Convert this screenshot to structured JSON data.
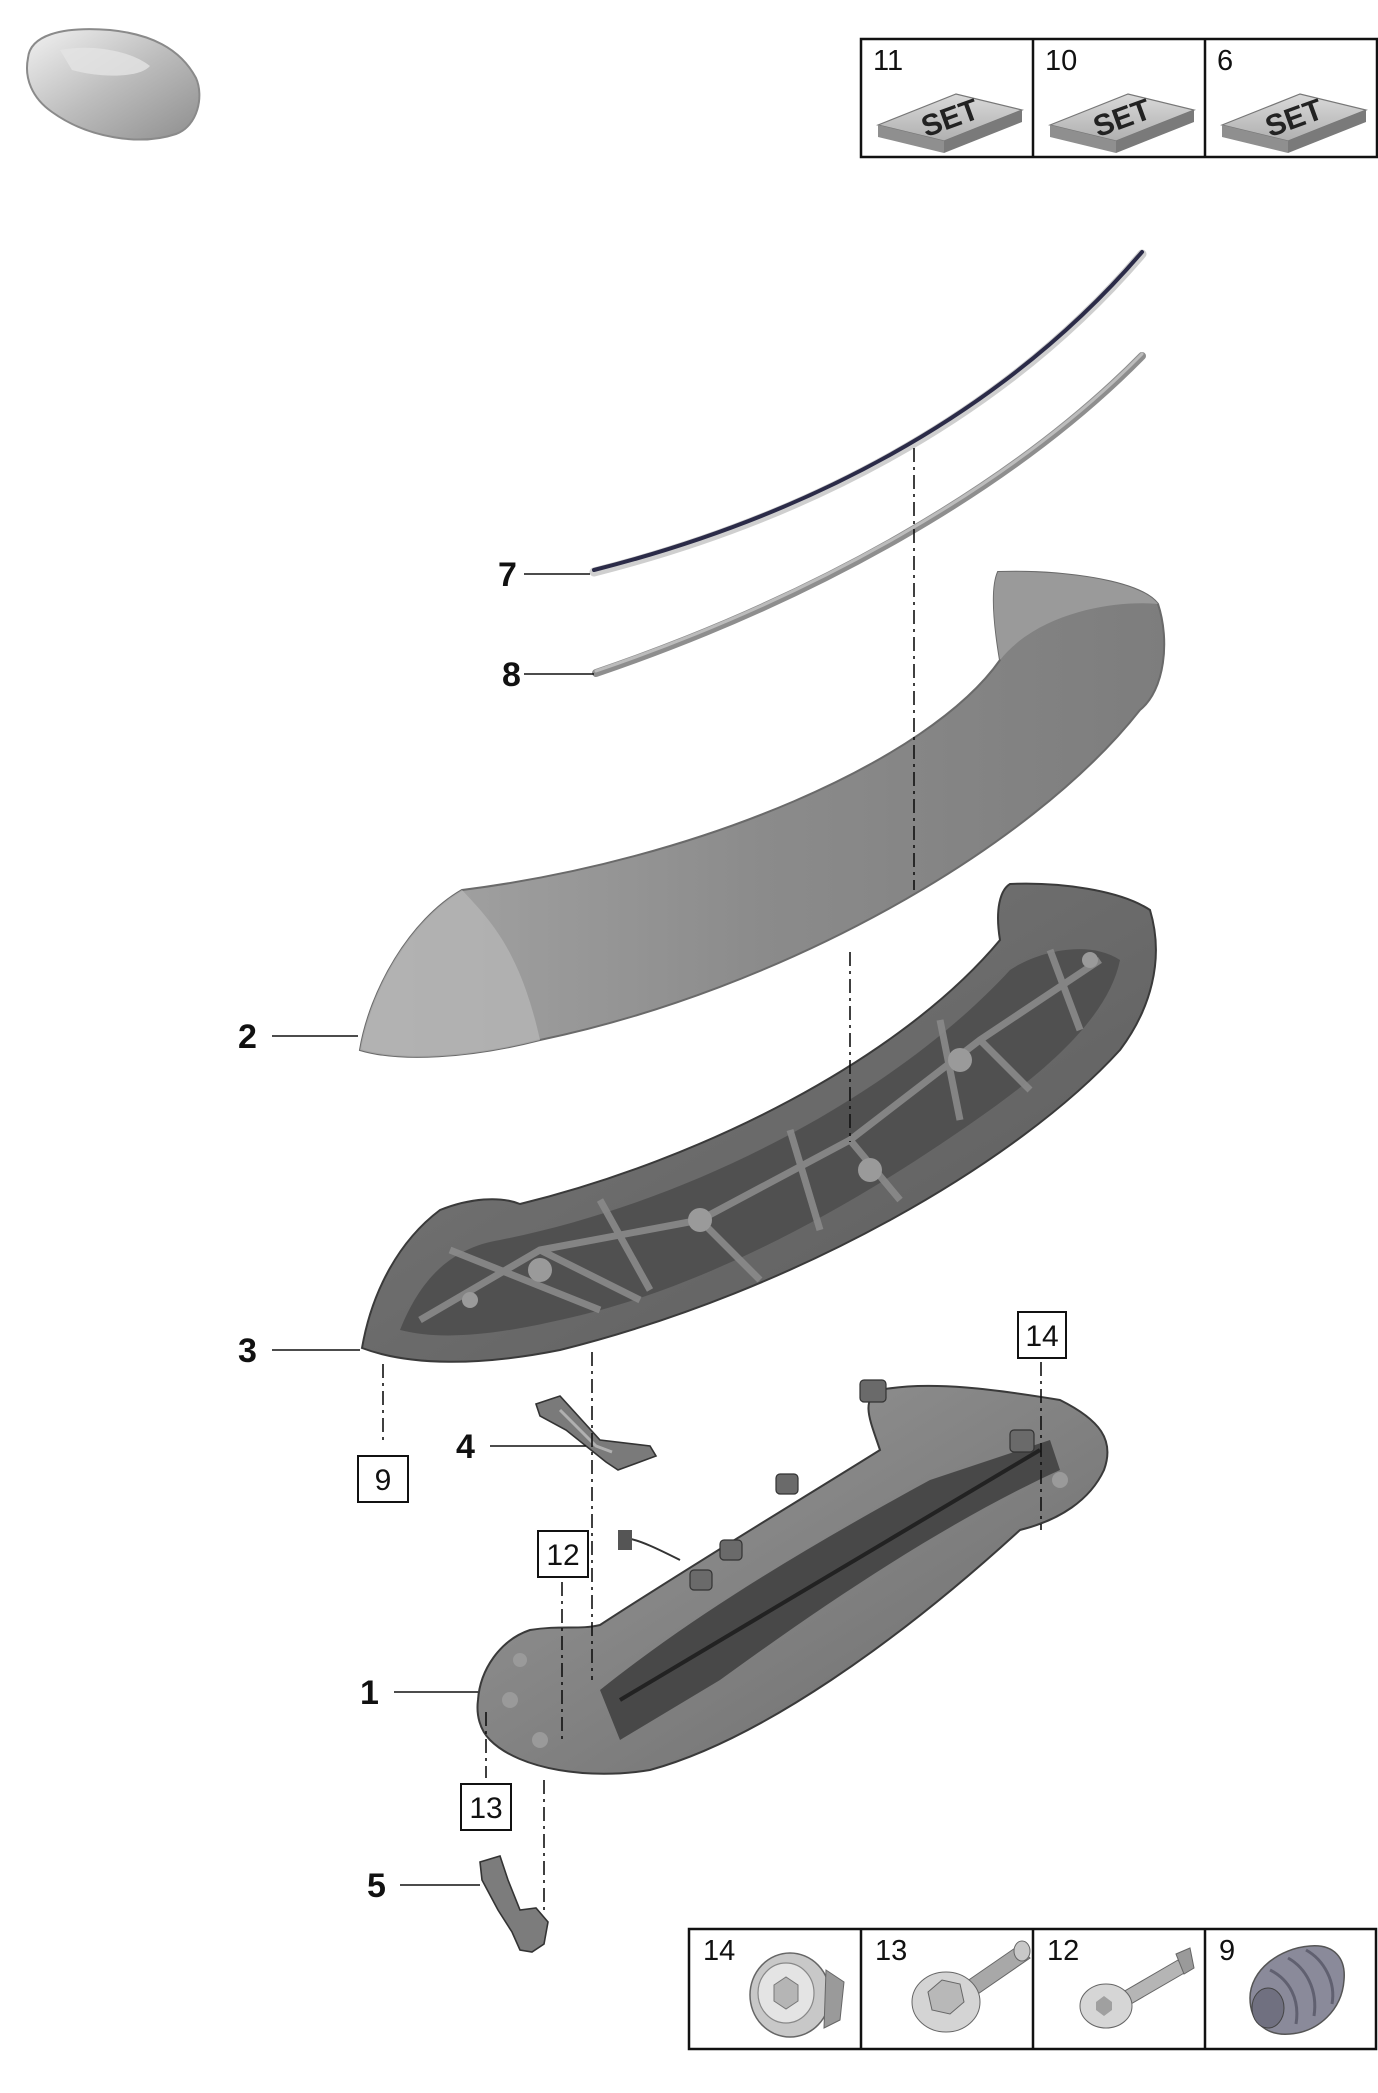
{
  "set_table": {
    "cells": [
      {
        "number": "11",
        "label": "SET"
      },
      {
        "number": "10",
        "label": "SET"
      },
      {
        "number": "6",
        "label": "SET"
      }
    ]
  },
  "hardware_table": {
    "cells": [
      {
        "number": "14",
        "icon": "trim-clip-icon"
      },
      {
        "number": "13",
        "icon": "hex-flange-bolt-icon"
      },
      {
        "number": "12",
        "icon": "torx-bolt-icon"
      },
      {
        "number": "9",
        "icon": "expansion-nut-icon"
      }
    ]
  },
  "callouts": {
    "p1": "1",
    "p2": "2",
    "p3": "3",
    "p4": "4",
    "p5": "5",
    "p7": "7",
    "p8": "8"
  },
  "boxed_callouts": {
    "b9": "9",
    "b12": "12",
    "b13": "13",
    "b14": "14"
  },
  "colors": {
    "spoiler": "#8c8c8c",
    "frame": "#6e6e6e",
    "strip_dark": "#2b2b48",
    "strip_light": "#a8a8a8",
    "outline": "#111111"
  }
}
